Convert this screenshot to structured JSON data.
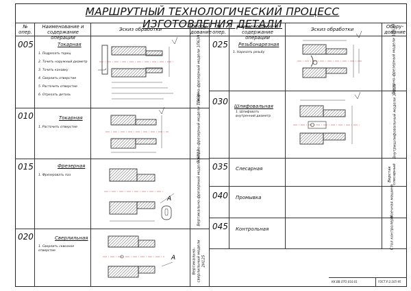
{
  "title": "МАРШРУТНЫЙ ТЕХНОЛОГИЧЕСКИЙ ПРОЦЕСС ИЗГОТОВЛЕНИЯ ДЕТАЛИ",
  "headers": {
    "left": {
      "num": "№ опер.",
      "name": "Наименование и содержание операции",
      "sketch": "Эскиз обработки",
      "equip": "Обору- дование"
    },
    "right": {
      "num": "№ опер.",
      "name": "Наименование и содержание операции",
      "sketch": "Эскиз обработки",
      "equip": "Обору- дование"
    }
  },
  "operations": {
    "op005": {
      "num": "005",
      "name": "Токарная",
      "steps": [
        "1. Подрезать торец",
        "2. Точить наружный диаметр",
        "3. Точить канавку",
        "4. Сверлить отверстие",
        "5. Расточить отверстие",
        "6. Отрезать деталь"
      ],
      "equip": "Токарно-фрезерный модели 1П63Н"
    },
    "op010": {
      "num": "010",
      "name": "Токарная",
      "steps": [
        "1. Расточить отверстие"
      ],
      "equip": "Токарно-фрезерный модели 1П63Н"
    },
    "op015": {
      "num": "015",
      "name": "Фрезерная",
      "steps": [
        "1. Фрезеровать паз"
      ],
      "equip": "Вертикально-фрезерный модели 6Р12"
    },
    "op020": {
      "num": "020",
      "name": "Сверлильная",
      "steps": [
        "1. Сверлить сквозное отверстие"
      ],
      "equip": "Вертикально- сверлильный модели 2Н125"
    },
    "op025": {
      "num": "025",
      "name": "Резьбонарезная",
      "steps": [
        "1. Нарезать резьбу"
      ],
      "equip": "Токарно-фрезерный модели 1П63Н"
    },
    "op030": {
      "num": "030",
      "name": "Шлифовальная",
      "steps": [
        "1. Шлифовать внутренний диаметр"
      ],
      "equip": "Внутришлифовальный модели 3К228"
    },
    "op035": {
      "num": "035",
      "name": "Слесарная",
      "equip": "Верстак слесарный"
    },
    "op040": {
      "num": "040",
      "name": "Промывка",
      "equip": "Моечная машина"
    },
    "op045": {
      "num": "045",
      "name": "Контрольная",
      "equip": "Стол контролера"
    }
  },
  "stamp": {
    "code": "КК.ВВ.ОТО.010.01",
    "doc": "ГОСТ.Р.2.105-95"
  }
}
